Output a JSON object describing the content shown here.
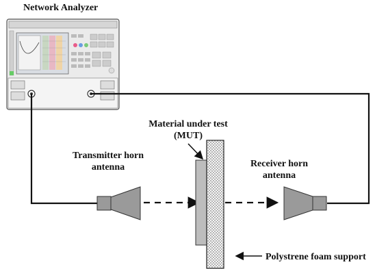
{
  "diagram": {
    "title": "Network Analyzer",
    "mut_label": [
      "Material under test",
      "(MUT)"
    ],
    "transmitter_label": [
      "Transmitter horn",
      "antenna"
    ],
    "receiver_label": [
      "Receiver horn",
      "antenna"
    ],
    "foam_label": "Polystrene foam support",
    "components": [
      "network-analyzer",
      "transmitter-horn",
      "receiver-horn",
      "material-under-test",
      "foam-support"
    ],
    "colors": {
      "line": "#111111",
      "analyzer_body": "#e6e6e6",
      "analyzer_screen": "#d9dde3",
      "screen_accent": "#66cc66",
      "mut_fill": "#bdbdbd",
      "horn_fill": "#9a9a9a"
    }
  }
}
